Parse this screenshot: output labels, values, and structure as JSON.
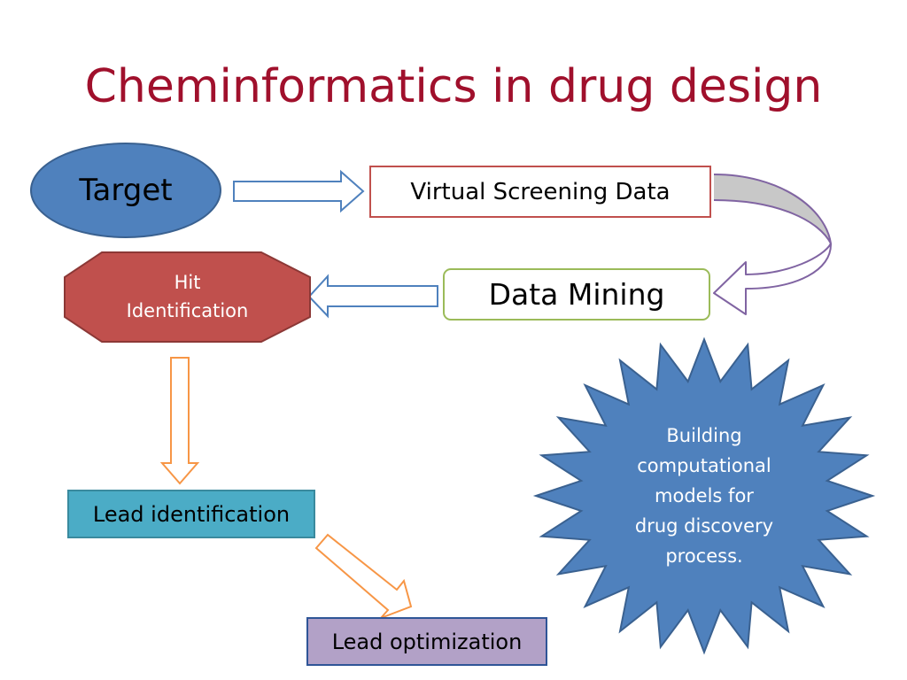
{
  "title": "Cheminformatics in drug design",
  "colors": {
    "title": "#a0102c",
    "target_fill": "#4f81bd",
    "target_stroke": "#3a6190",
    "hit_fill": "#c0504d",
    "hit_stroke": "#8c3836",
    "vs_border": "#c0504d",
    "dm_border": "#9bbb59",
    "lead_id_fill": "#4bacc6",
    "lead_id_stroke": "#3a8a9e",
    "lead_opt_fill": "#b2a1c7",
    "lead_opt_stroke": "#2f5597",
    "star_fill": "#4f81bd",
    "star_stroke": "#3a6190",
    "arrow_blue": "#4f81bd",
    "arrow_orange": "#f79646",
    "arrow_purple": "#8064a2",
    "arrow_gray": "#c8c8c8"
  },
  "nodes": {
    "target": "Target",
    "virtual_screening": "Virtual Screening Data",
    "data_mining": "Data Mining",
    "hit_line1": "Hit",
    "hit_line2": "Identification",
    "lead_identification": "Lead identification",
    "lead_optimization": "Lead optimization",
    "star_lines": [
      "Building",
      "computational",
      "models for",
      "drug discovery",
      "process."
    ]
  }
}
